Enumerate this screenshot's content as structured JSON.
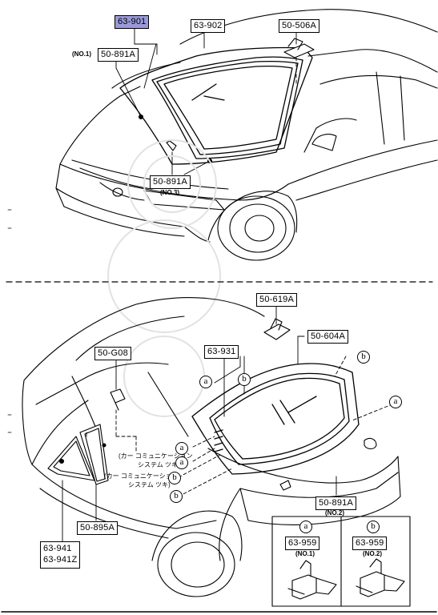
{
  "top": {
    "part_63_901": "63-901",
    "part_63_902": "63-902",
    "part_50_506A": "50-506A",
    "part_50_891A_no1": "50-891A",
    "note_no1": "(NO.1)",
    "part_50_891A_no3": "50-891A",
    "note_no3": "(NO.3)"
  },
  "bottom": {
    "part_50_619A": "50-619A",
    "part_50_604A": "50-604A",
    "part_63_931": "63-931",
    "part_50_G08": "50-G08",
    "part_50_891A_no2": "50-891A",
    "note_no2": "(NO.2)",
    "part_50_895A": "50-895A",
    "part_63_941": "63-941",
    "part_63_941Z": "63-941Z",
    "note_car_comm_1a": "(カー コミュニケーション",
    "note_car_comm_1b": "システム ツキ)",
    "note_car_comm_2a": "(カー コミュニケーション",
    "note_car_comm_2b": "システム ツキ)",
    "callout_a": "a",
    "callout_b": "b"
  },
  "inset": {
    "a_label": "a",
    "b_label": "b",
    "a_part": "63-959",
    "a_note": "(NO.1)",
    "b_part": "63-959",
    "b_note": "(NO.2)"
  }
}
